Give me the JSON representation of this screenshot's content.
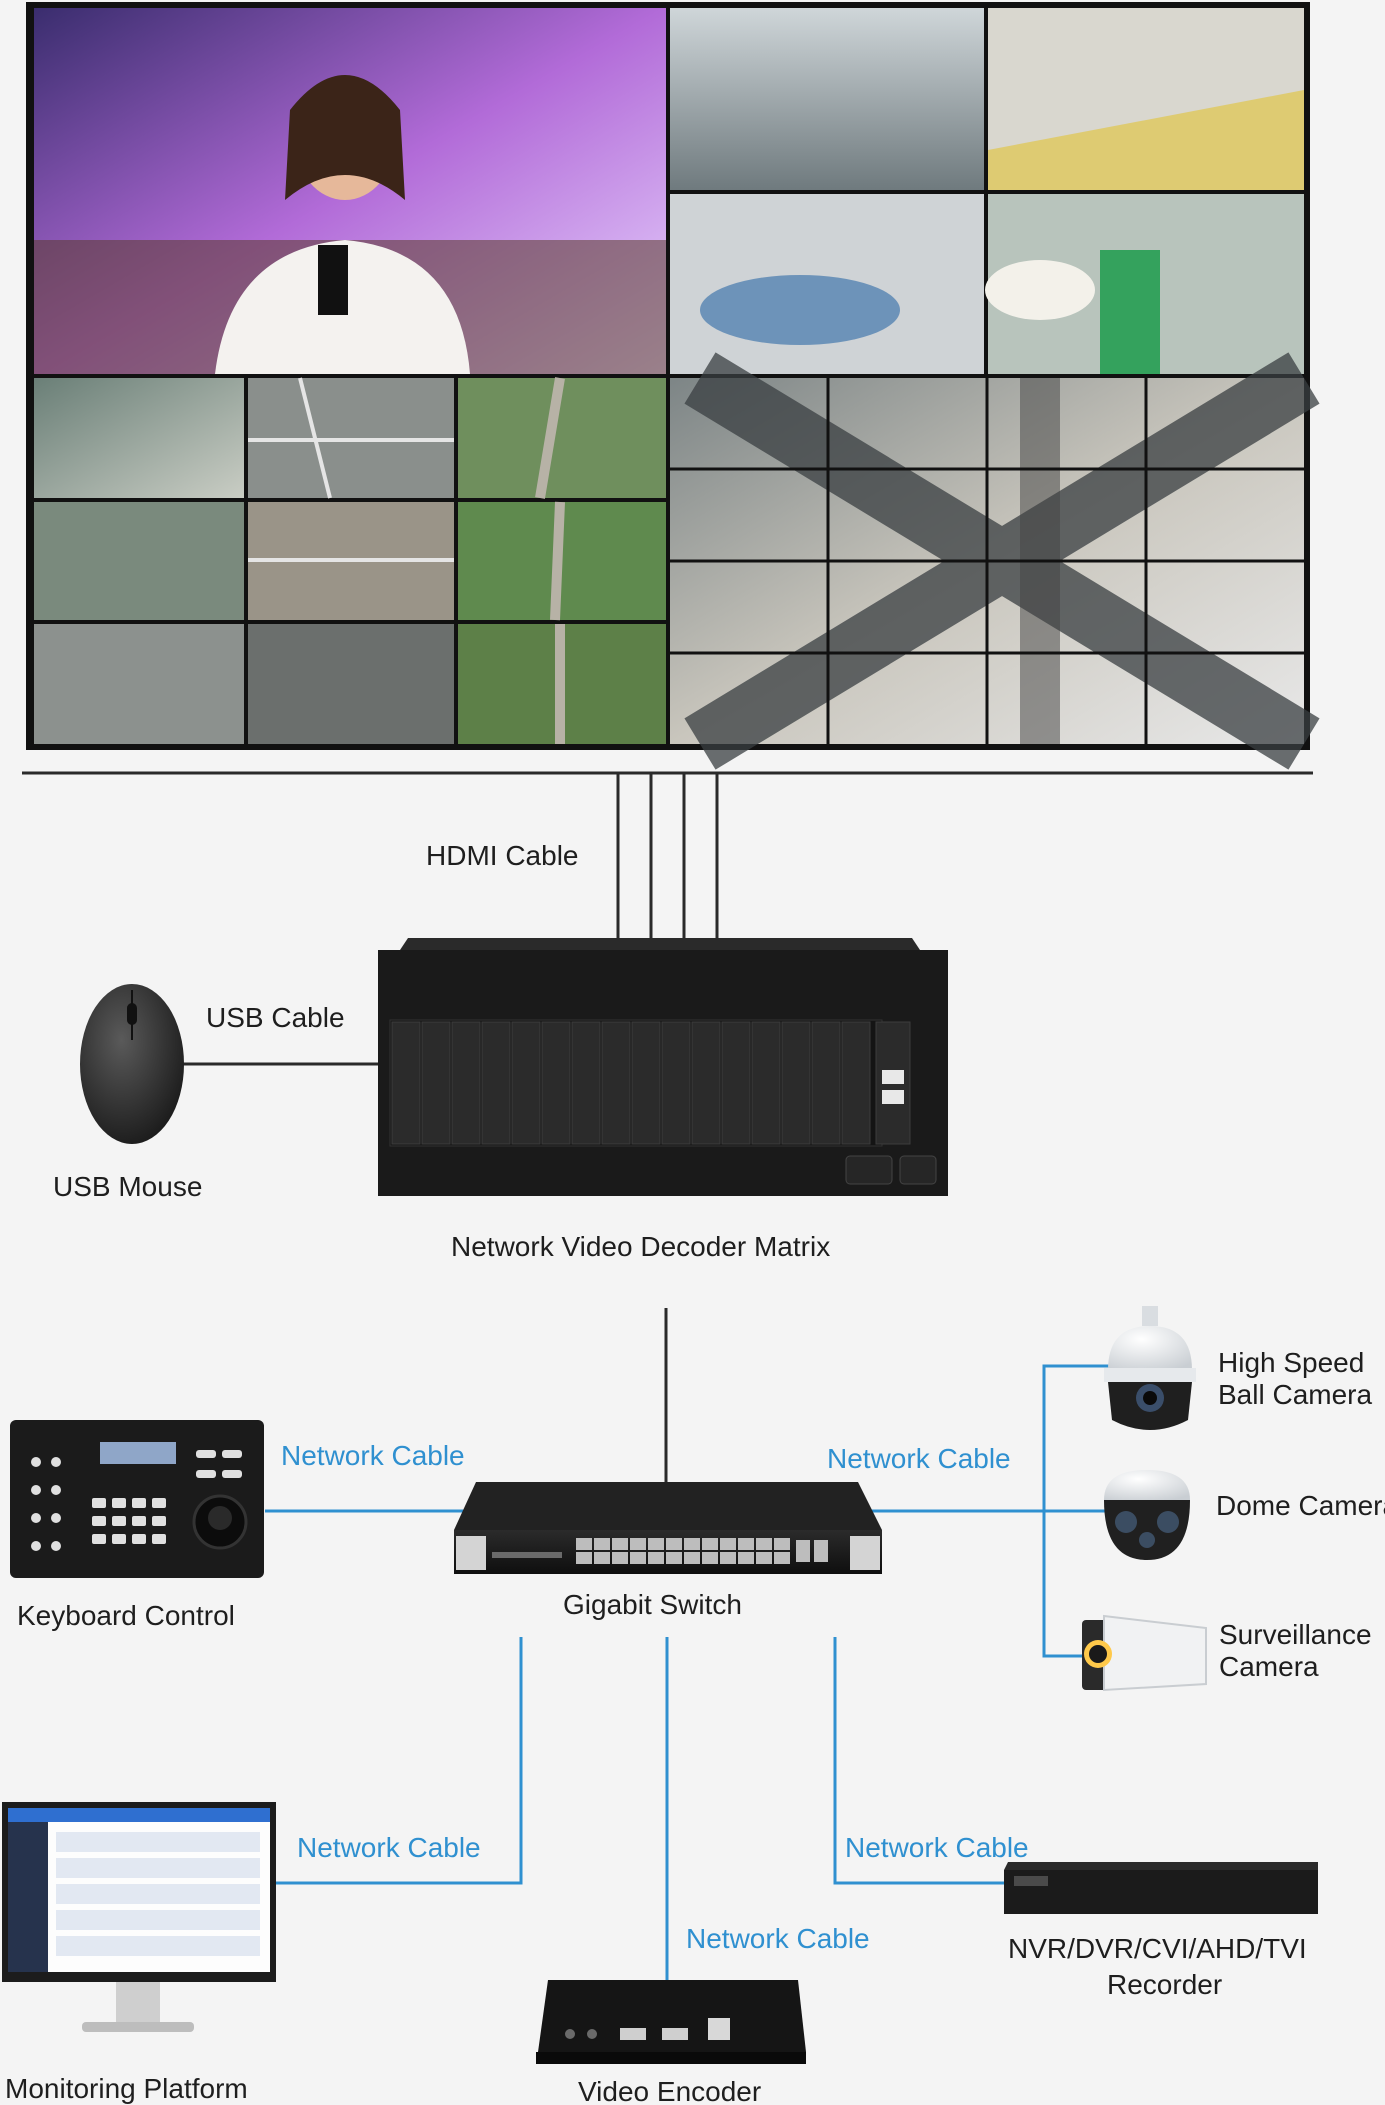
{
  "labels": {
    "hdmi_cable": "HDMI Cable",
    "usb_cable": "USB Cable",
    "usb_mouse": "USB Mouse",
    "decoder_matrix": "Network Video Decoder Matrix",
    "high_speed_camera_line1": "High Speed",
    "high_speed_camera_line2": "Ball Camera",
    "dome_camera": "Dome Camera",
    "surveillance_camera_line1": "Surveillance",
    "surveillance_camera_line2": "Camera",
    "keyboard_control": "Keyboard Control",
    "gigabit_switch": "Gigabit Switch",
    "monitoring_platform": "Monitoring Platform",
    "video_encoder": "Video Encoder",
    "recorder_line1": "NVR/DVR/CVI/AHD/TVI",
    "recorder_line2": "Recorder",
    "network_cable": "Network Cable"
  },
  "colors": {
    "network_wire": "#2f90d0",
    "dark_wire": "#2a2a2a",
    "device_body": "#1c1c1c",
    "background": "#f4f4f4"
  },
  "icons": {
    "video_wall": "video-wall-image",
    "mouse": "mouse-icon",
    "decoder": "decoder-matrix-device",
    "switch": "network-switch-device",
    "keyboard": "ptz-keyboard-device",
    "ptz_camera": "ptz-camera-icon",
    "dome_camera": "dome-camera-icon",
    "bullet_camera": "bullet-camera-icon",
    "monitor": "monitor-icon",
    "encoder": "video-encoder-device",
    "recorder": "nvr-recorder-device"
  }
}
